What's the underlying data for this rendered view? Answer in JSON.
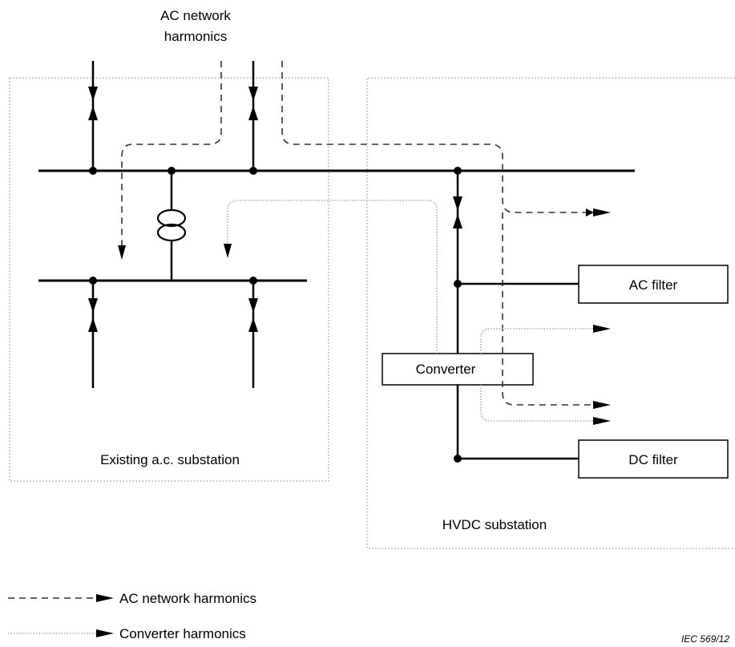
{
  "labels": {
    "ac_network_harmonics_line1": "AC network",
    "ac_network_harmonics_line2": "harmonics",
    "ac_filter": "AC filter",
    "converter": "Converter",
    "dc_filter": "DC filter",
    "existing_substation": "Existing a.c. substation",
    "hvdc_substation": "HVDC substation"
  },
  "legend": {
    "ac_network_harmonics": "AC network harmonics",
    "converter_harmonics": "Converter harmonics"
  },
  "reference": "IEC   569/12",
  "colors": {
    "ac_harmonics_line": "#333333",
    "converter_harmonics_line": "#aaaaaa",
    "zone_border": "#9a9a9a"
  }
}
